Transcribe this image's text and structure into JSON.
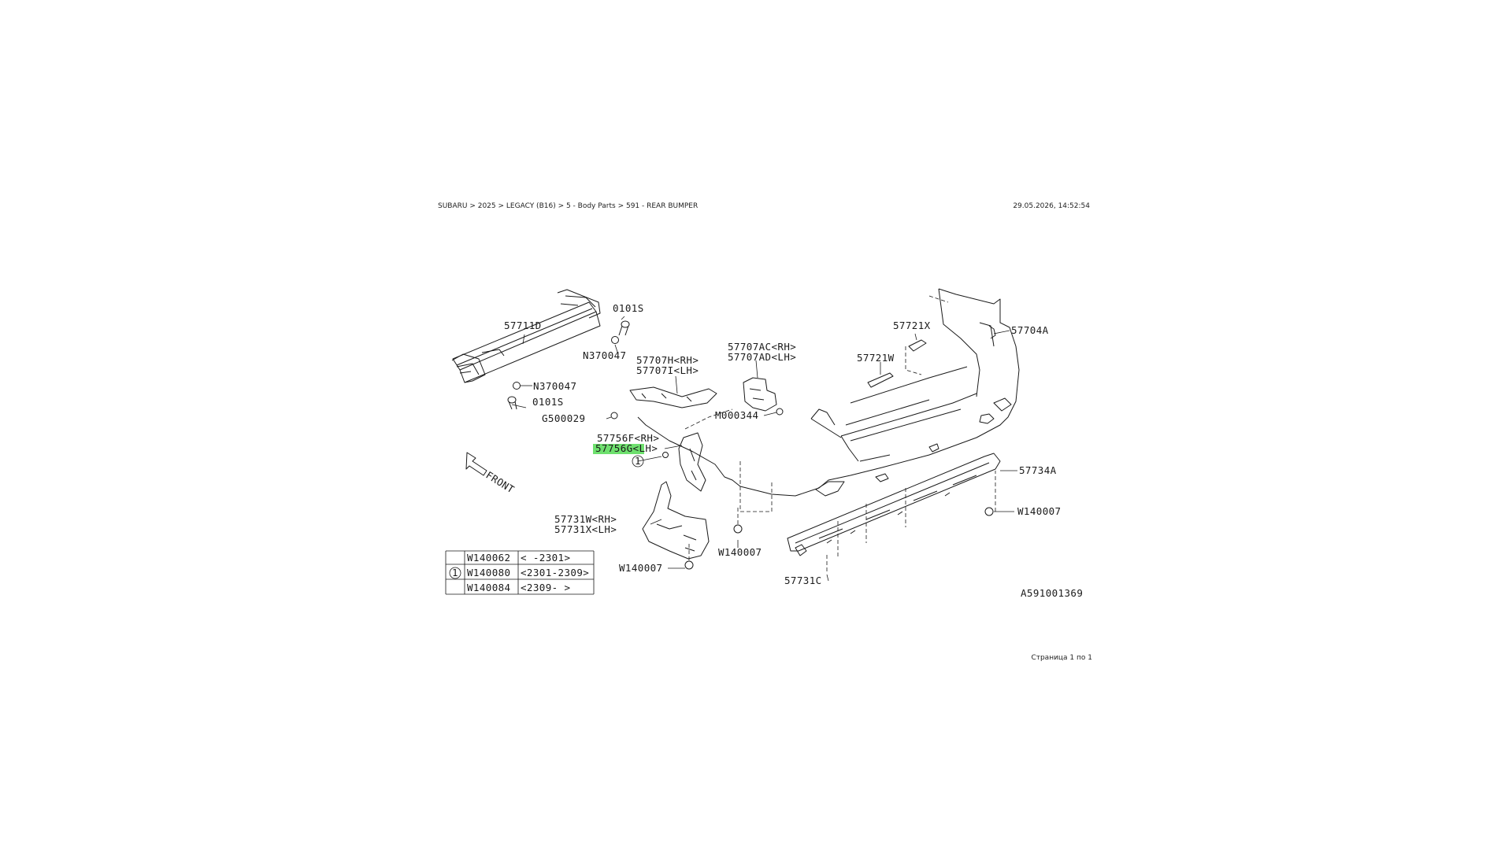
{
  "header": {
    "breadcrumb": "SUBARU > 2025 > LEGACY (B16) > 5 - Body Parts > 591 - REAR BUMPER",
    "timestamp": "29.05.2026, 14:52:54"
  },
  "footer": {
    "page_info": "Страница 1 по 1"
  },
  "diagram": {
    "figure_code": "A591001369",
    "front_label": "FRONT",
    "callouts": {
      "p57711D": "57711D",
      "p0101S_top": "0101S",
      "pN370047_top": "N370047",
      "pN370047_mid": "N370047",
      "p0101S_mid": "0101S",
      "pG500029": "G500029",
      "p57707H": "57707H<RH>",
      "p57707I": "57707I<LH>",
      "p57707AC": "57707AC<RH>",
      "p57707AD": "57707AD<LH>",
      "pM000344": "M000344",
      "p57721X": "57721X",
      "p57721W": "57721W",
      "p57704A": "57704A",
      "p57756F": "57756F<RH>",
      "p57756G": "57756G<LH>",
      "pCircle1": "1",
      "p57734A": "57734A",
      "pW140007_right": "W140007",
      "p57731W": "57731W<RH>",
      "p57731X": "57731X<LH>",
      "pW140007_low": "W140007",
      "pW140007_mid": "W140007",
      "p57731C": "57731C"
    },
    "fastener_table": {
      "ref": "1",
      "rows": [
        {
          "part": "W140062",
          "range": "< -2301>"
        },
        {
          "part": "W140080",
          "range": "<2301-2309>"
        },
        {
          "part": "W140084",
          "range": "<2309- >"
        }
      ]
    },
    "highlighted_callout": "57756G<LH>",
    "highlight_color": "#6ee06e"
  }
}
